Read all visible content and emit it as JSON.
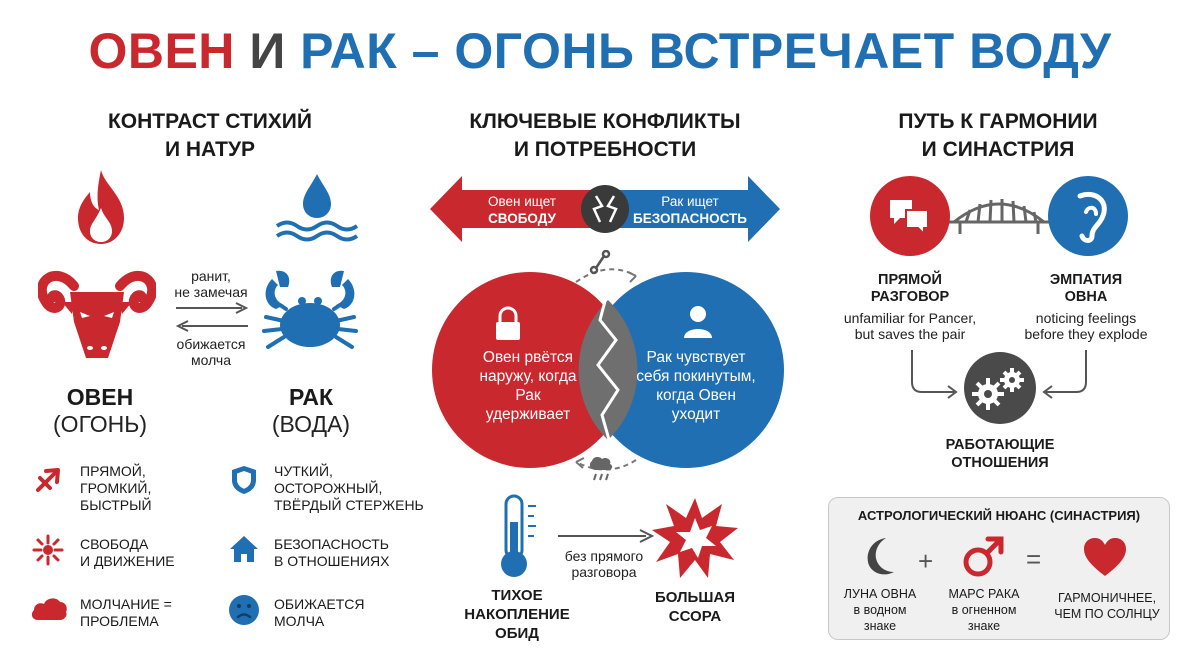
{
  "title": {
    "part1": "ОВЕН",
    "part2": "И",
    "part3": "РАК",
    "part4": "– ОГОНЬ ВСТРЕЧАЕТ ВОДУ"
  },
  "colors": {
    "red": "#c8282e",
    "blue": "#1f6fb2",
    "gray": "#555555"
  },
  "left": {
    "heading_line1": "КОНТРАСТ СТИХИЙ",
    "heading_line2": "И НАТУР",
    "arrow_top_line1": "ранит,",
    "arrow_top_line2": "не замечая",
    "arrow_bottom_line1": "обижается",
    "arrow_bottom_line2": "молча",
    "aries_name": "ОВЕН",
    "aries_element": "(ОГОНЬ)",
    "cancer_name": "РАК",
    "cancer_element": "(ВОДА)",
    "aries_traits": [
      {
        "icon": "sagittarius-arrow-icon",
        "line1": "ПРЯМОЙ,",
        "line2": "ГРОМКИЙ,",
        "line3": "БЫСТРЫЙ"
      },
      {
        "icon": "burst-icon",
        "line1": "СВОБОДА",
        "line2": "И ДВИЖЕНИЕ",
        "line3": ""
      },
      {
        "icon": "cloud-icon",
        "line1": "МОЛЧАНИЕ =",
        "line2": "ПРОБЛЕМА",
        "line3": ""
      }
    ],
    "cancer_traits": [
      {
        "icon": "shield-icon",
        "line1": "ЧУТКИЙ,",
        "line2": "ОСТОРОЖНЫЙ,",
        "line3": "ТВЁРДЫЙ СТЕРЖЕНЬ"
      },
      {
        "icon": "house-icon",
        "line1": "БЕЗОПАСНОСТЬ",
        "line2": "В ОТНОШЕНИЯХ",
        "line3": ""
      },
      {
        "icon": "sad-face-icon",
        "line1": "ОБИЖАЕТСЯ",
        "line2": "МОЛЧА",
        "line3": ""
      }
    ]
  },
  "middle": {
    "heading_line1": "КЛЮЧЕВЫЕ КОНФЛИКТЫ",
    "heading_line2": "И ПОТРЕБНОСТИ",
    "arrow_left_line1": "Овен ищет",
    "arrow_left_line2": "СВОБОДУ",
    "arrow_right_line1": "Рак ищет",
    "arrow_right_line2": "БЕЗОПАСНОСТЬ",
    "red_circle_lines": [
      "Овен рвётся",
      "наружу, когда",
      "Рак",
      "удерживает"
    ],
    "blue_circle_lines": [
      "Рак чувствует",
      "себя покинутым,",
      "когда Овен",
      "уходит"
    ],
    "flow_label_line1": "без прямого",
    "flow_label_line2": "разговора",
    "left_outcome_lines": [
      "ТИХОЕ",
      "НАКОПЛЕНИЕ",
      "ОБИД"
    ],
    "right_outcome_lines": [
      "БОЛЬШАЯ",
      "ССОРА"
    ]
  },
  "right": {
    "heading_line1": "ПУТЬ К ГАРМОНИИ",
    "heading_line2": "И СИНАСТРИЯ",
    "left_title_line1": "ПРЯМОЙ",
    "left_title_line2": "РАЗГОВОР",
    "left_sub_line1": "unfamiliar for Pancer,",
    "left_sub_line2": "but saves the pair",
    "right_title_line1": "ЭМПАТИЯ",
    "right_title_line2": "ОВНА",
    "right_sub_line1": "noticing feelings",
    "right_sub_line2": "before they explode",
    "result_line1": "РАБОТАЮЩИЕ",
    "result_line2": "ОТНОШЕНИЯ",
    "nuance_title": "АСТРОЛОГИЧЕСКИЙ НЮАНС (СИНАСТРИЯ)",
    "plus": "+",
    "equals": "=",
    "moon_lines": [
      "ЛУНА ОВНА",
      "в водном",
      "знаке"
    ],
    "mars_lines": [
      "МАРС РАКА",
      "в огненном",
      "знаке"
    ],
    "result_lines": [
      "ГАРМОНИЧНЕЕ,",
      "ЧЕМ ПО СОЛНЦУ"
    ]
  }
}
